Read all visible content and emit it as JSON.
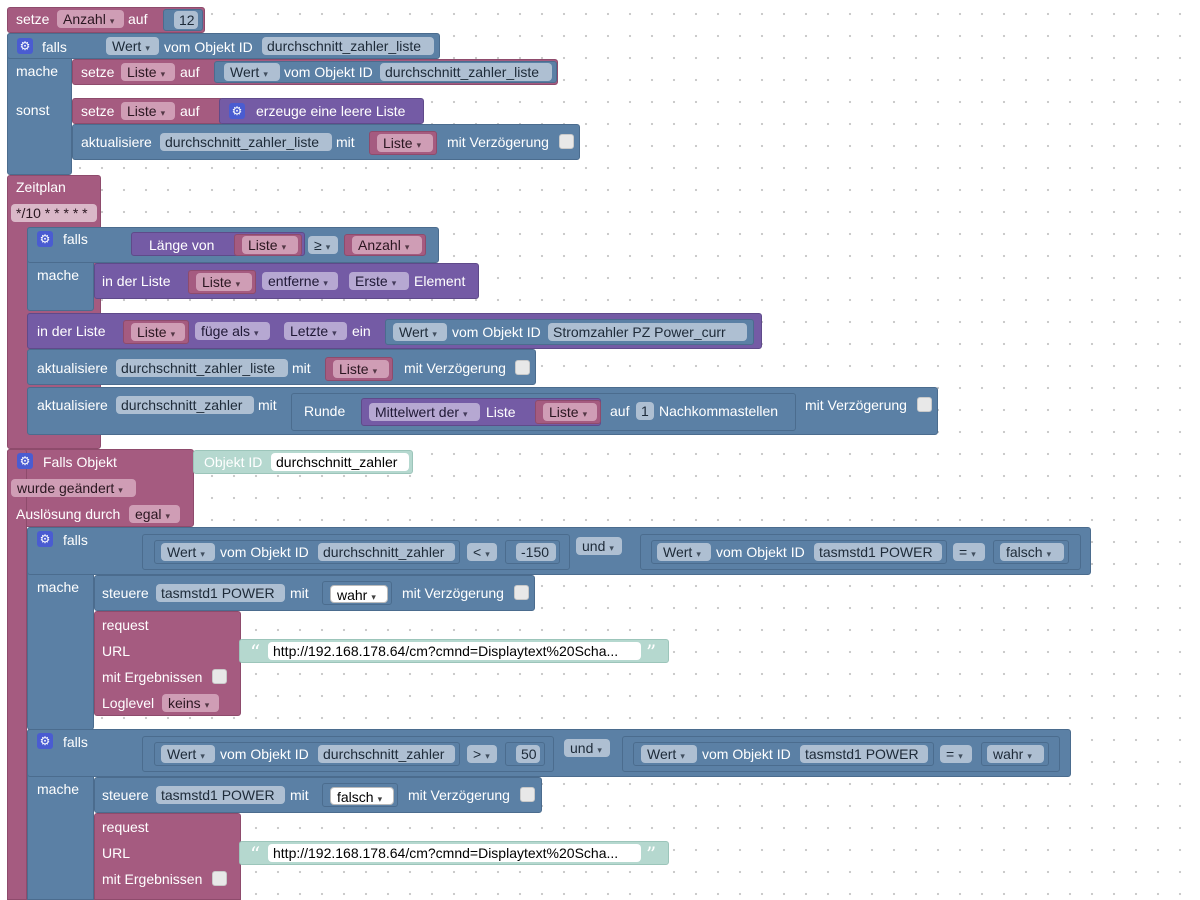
{
  "b1": {
    "setze": "setze",
    "var": "Anzahl",
    "auf": "auf",
    "num": "12"
  },
  "b2": {
    "falls": "falls",
    "wert": "Wert",
    "vom": "vom Objekt ID",
    "id": "durchschnitt_zahler_liste",
    "mache": "mache",
    "sonst": "sonst",
    "s1": {
      "setze": "setze",
      "var": "Liste",
      "auf": "auf",
      "wert": "Wert",
      "vom": "vom Objekt ID",
      "id": "durchschnitt_zahler_liste"
    },
    "s2": {
      "setze": "setze",
      "var": "Liste",
      "auf": "auf",
      "create": "erzeuge eine leere Liste"
    },
    "s3": {
      "akt": "aktualisiere",
      "id": "durchschnitt_zahler_liste",
      "mit": "mit",
      "var": "Liste",
      "delay": "mit Verzögerung"
    }
  },
  "zp": {
    "title": "Zeitplan",
    "cron": "*/10 * * * * *",
    "if": {
      "falls": "falls",
      "laenge": "Länge von",
      "var": "Liste",
      "op": "≥",
      "var2": "Anzahl",
      "mache": "mache",
      "rm": {
        "inder": "in der Liste",
        "var": "Liste",
        "action": "entferne",
        "pos": "Erste",
        "element": "Element"
      }
    },
    "ins": {
      "inder": "in der Liste",
      "var": "Liste",
      "action": "füge als",
      "pos": "Letzte",
      "ein": "ein",
      "wert": "Wert",
      "vom": "vom Objekt ID",
      "id": "Stromzahler PZ  Power_curr"
    },
    "u1": {
      "akt": "aktualisiere",
      "id": "durchschnitt_zahler_liste",
      "mit": "mit",
      "var": "Liste",
      "delay": "mit Verzögerung"
    },
    "u2": {
      "akt": "aktualisiere",
      "id": "durchschnitt_zahler",
      "mit": "mit",
      "runde": "Runde",
      "mittel": "Mittelwert der",
      "liste": "Liste",
      "var": "Liste",
      "auf": "auf",
      "num": "1",
      "nach": "Nachkommastellen",
      "delay": "mit Verzögerung"
    }
  },
  "fo": {
    "title": "Falls Objekt",
    "objid": "Objekt ID",
    "id": "durchschnitt_zahler",
    "geaendert": "wurde geändert",
    "ausl": "Auslösung durch",
    "egal": "egal",
    "if1": {
      "falls": "falls",
      "wert": "Wert",
      "vom": "vom Objekt ID",
      "id": "durchschnitt_zahler",
      "op": "<",
      "num": "-150",
      "und": "und",
      "wert2": "Wert",
      "vom2": "vom Objekt ID",
      "id2": "tasmstd1 POWER",
      "eq": "=",
      "val": "falsch",
      "mache": "mache",
      "st": {
        "steuere": "steuere",
        "id": "tasmstd1 POWER",
        "mit": "mit",
        "val": "wahr",
        "delay": "mit Verzögerung"
      },
      "req": {
        "request": "request",
        "url": "URL",
        "urlval": "http://192.168.178.64/cm?cmnd=Displaytext%20Scha...",
        "erg": "mit Ergebnissen",
        "log": "Loglevel",
        "logval": "keins"
      }
    },
    "if2": {
      "falls": "falls",
      "wert": "Wert",
      "vom": "vom Objekt ID",
      "id": "durchschnitt_zahler",
      "op": ">",
      "num": "50",
      "und": "und",
      "wert2": "Wert",
      "vom2": "vom Objekt ID",
      "id2": "tasmstd1 POWER",
      "eq": "=",
      "val": "wahr",
      "mache": "mache",
      "st": {
        "steuere": "steuere",
        "id": "tasmstd1 POWER",
        "mit": "mit",
        "val": "falsch",
        "delay": "mit Verzögerung"
      },
      "req": {
        "request": "request",
        "url": "URL",
        "urlval": "http://192.168.178.64/cm?cmnd=Displaytext%20Scha...",
        "erg": "mit Ergebnissen"
      }
    }
  },
  "icons": {
    "gear": "gear-icon",
    "arrow": "dropdown-arrow-icon"
  },
  "colors": {
    "logic": "#5b80a5",
    "variables": "#a55b80",
    "lists": "#745ba5",
    "text": "#b5d8cf",
    "workspace": "#ffffff"
  }
}
